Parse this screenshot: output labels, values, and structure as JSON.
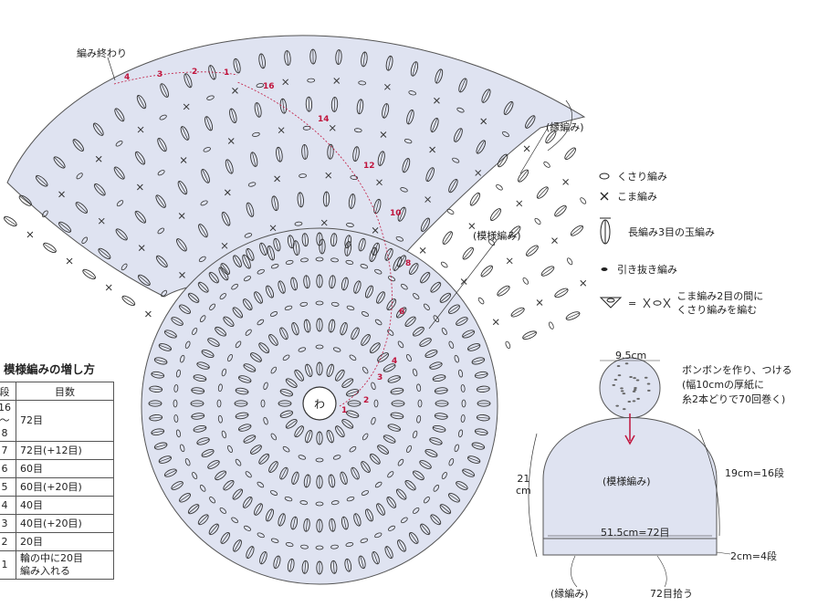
{
  "labels": {
    "end_of_work": "編み終わり",
    "edge_stitch_top": "(縁編み)",
    "pattern_stitch_mid": "(模様編み)",
    "center_ring": "わ"
  },
  "row_numbers": [
    "1",
    "2",
    "3",
    "4",
    "6",
    "8",
    "10",
    "12",
    "14",
    "16"
  ],
  "end_row_numbers": [
    "1",
    "2",
    "3",
    "4"
  ],
  "legend": {
    "chain": "くさり編み",
    "single": "こま編み",
    "puff": "長編み3目の玉編み",
    "slip": "引き抜き編み",
    "eq": "=",
    "combo_line1": "こま編み2目の間に",
    "combo_line2": "くさり編みを編む"
  },
  "increase_table": {
    "title": "模様編みの増し方",
    "headers": [
      "段",
      "目数"
    ],
    "rows": [
      {
        "row": "16\n〜\n8",
        "count": "72目"
      },
      {
        "row": "7",
        "count": "72目(+12目)"
      },
      {
        "row": "6",
        "count": "60目"
      },
      {
        "row": "5",
        "count": "60目(+20目)"
      },
      {
        "row": "4",
        "count": "40目"
      },
      {
        "row": "3",
        "count": "40目(+20目)"
      },
      {
        "row": "2",
        "count": "20目"
      },
      {
        "row": "1",
        "count": "輪の中に20目\n編み入れる"
      }
    ]
  },
  "hat": {
    "pompom_width": "9.5cm",
    "pompom_note_1": "ボンボンを作り、つける",
    "pompom_note_2": "(幅10cmの厚紙に",
    "pompom_note_3": "糸2本どりで70回巻く)",
    "body_label": "(模様編み)",
    "height": "21",
    "height_unit": "cm",
    "side": "19cm=16段",
    "circumference": "51.5cm=72目",
    "band": "2cm=4段",
    "edge_label": "(縁編み)",
    "pickup": "72目拾う"
  },
  "colors": {
    "fill": "#dfe3f1",
    "line": "#333333",
    "accent": "#c0143c"
  }
}
